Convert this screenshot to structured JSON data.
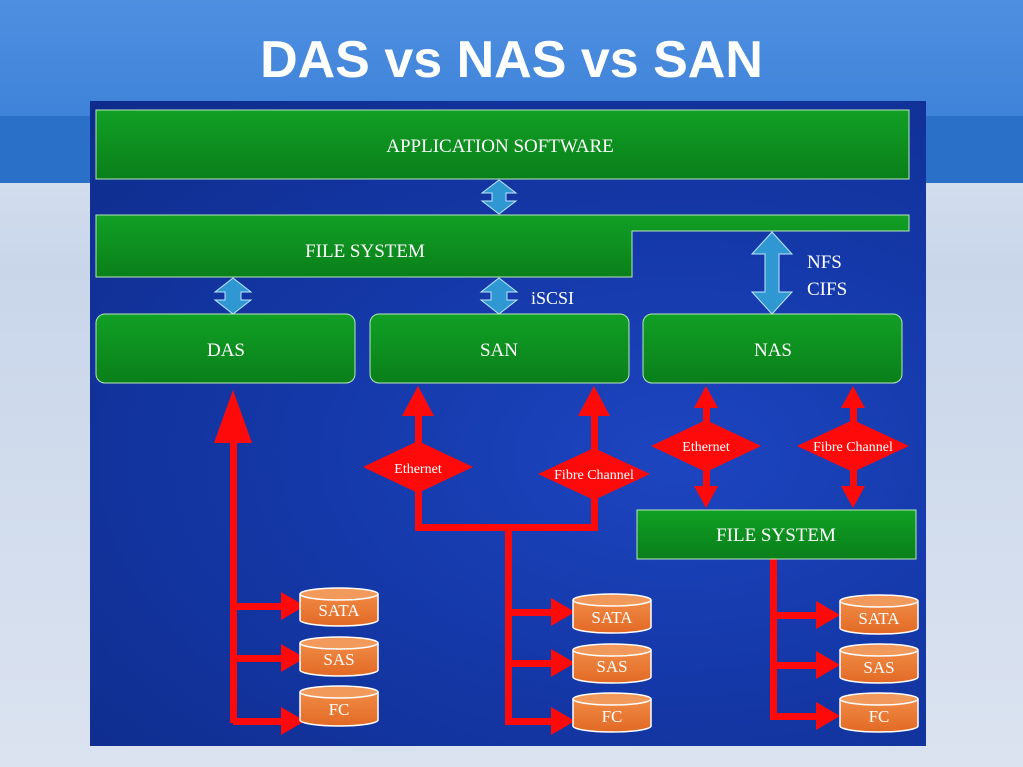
{
  "title": "DAS vs NAS vs SAN",
  "colors": {
    "green": "#0c8a1e",
    "red": "#ff0a0a",
    "cyl": "#e9752f",
    "arrow": "#2f98d2",
    "panel": "#1438a8"
  },
  "layers": {
    "application": "APPLICATION SOFTWARE",
    "filesystem": "FILE SYSTEM"
  },
  "protocols": {
    "iscsi": "iSCSI",
    "nfs": "NFS",
    "cifs": "CIFS"
  },
  "storage": {
    "das": "DAS",
    "san": "SAN",
    "nas": "NAS",
    "nas_filesystem": "FILE SYSTEM"
  },
  "links": {
    "san_ethernet": "Ethernet",
    "san_fibre": "Fibre Channel",
    "nas_ethernet": "Ethernet",
    "nas_fibre": "Fibre Channel"
  },
  "disks": {
    "das": [
      "SATA",
      "SAS",
      "FC"
    ],
    "san": [
      "SATA",
      "SAS",
      "FC"
    ],
    "nas": [
      "SATA",
      "SAS",
      "FC"
    ]
  }
}
